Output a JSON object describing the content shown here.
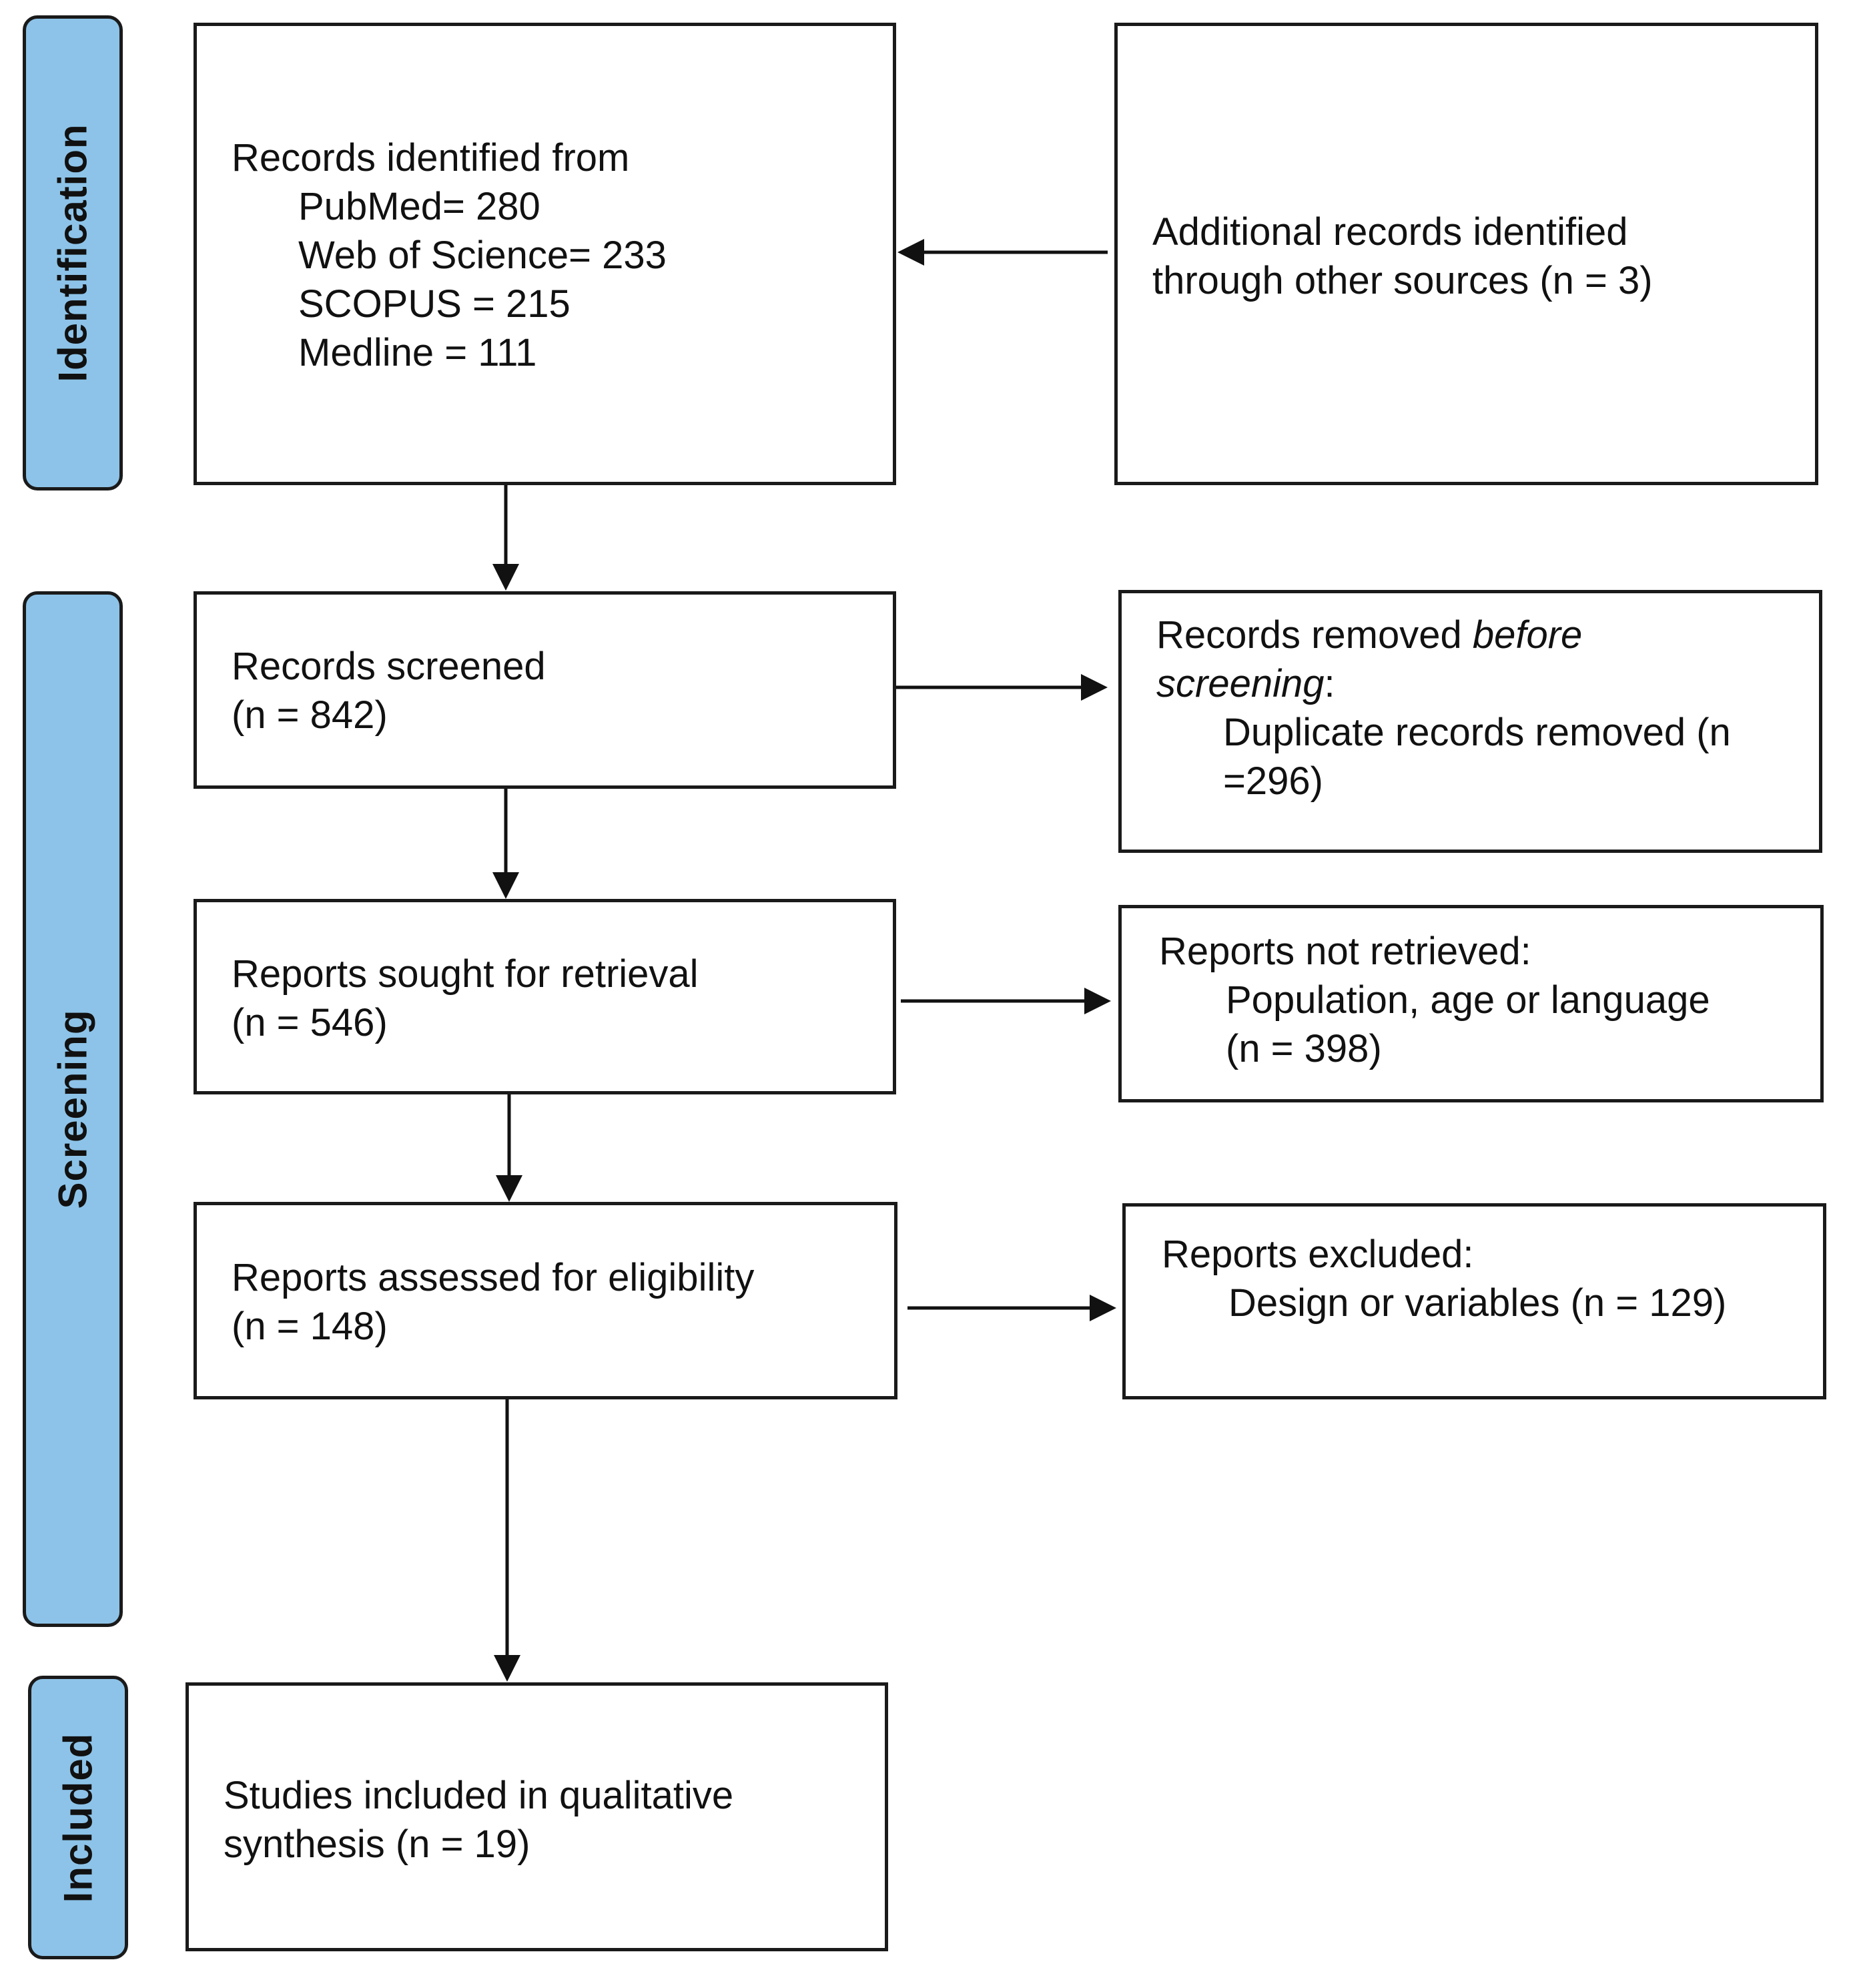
{
  "phases": {
    "identification": "Identification",
    "screening": "Screening",
    "included": "Included"
  },
  "boxes": {
    "identified": {
      "title": "Records identified from",
      "lines": [
        "PubMed= 280",
        "Web of Science= 233",
        "SCOPUS = 215",
        "Medline = 111"
      ]
    },
    "additional": {
      "lines": [
        "Additional records identified",
        "through other sources (n = 3)"
      ]
    },
    "screened": {
      "lines": [
        "Records screened",
        "(n = 842)"
      ]
    },
    "removed": {
      "title_pre": "Records removed ",
      "title_em": "before",
      "title_em2": "screening",
      "title_post": ":",
      "lines": [
        "Duplicate records removed (n",
        "=296)"
      ]
    },
    "sought": {
      "lines": [
        "Reports sought for retrieval",
        "(n = 546)"
      ]
    },
    "not_retrieved": {
      "title": "Reports not retrieved:",
      "lines": [
        "Population, age or language",
        "(n = 398)"
      ]
    },
    "assessed": {
      "lines": [
        "Reports assessed for eligibility",
        "(n = 148)"
      ]
    },
    "excluded": {
      "title": "Reports excluded:",
      "lines": [
        "Design or variables (n = 129)"
      ]
    },
    "included": {
      "lines": [
        "Studies included in qualitative",
        "synthesis (n = 19)"
      ]
    }
  },
  "colors": {
    "phase_fill": "#8DC3E8",
    "stroke": "#1a1a1a"
  }
}
